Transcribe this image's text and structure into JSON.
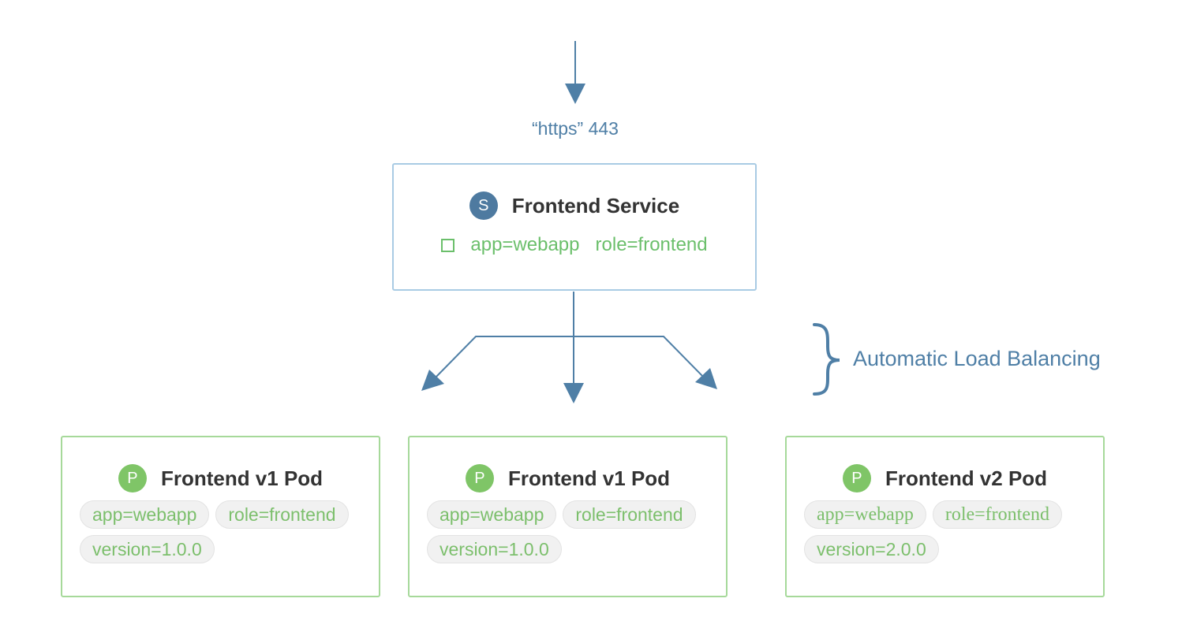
{
  "port_label": "“https” 443",
  "service": {
    "badge": "S",
    "title": "Frontend Service",
    "selectors": [
      "app=webapp",
      "role=frontend"
    ]
  },
  "load_balancing_label": "Automatic Load Balancing",
  "pods": [
    {
      "badge": "P",
      "title": "Frontend v1 Pod",
      "labels": [
        "app=webapp",
        "role=frontend",
        "version=1.0.0"
      ]
    },
    {
      "badge": "P",
      "title": "Frontend v1 Pod",
      "labels": [
        "app=webapp",
        "role=frontend",
        "version=1.0.0"
      ]
    },
    {
      "badge": "P",
      "title": "Frontend v2 Pod",
      "labels": [
        "app=webapp",
        "role=frontend",
        "version=2.0.0"
      ]
    }
  ],
  "colors": {
    "service_accent": "#4e7aa0",
    "pod_accent": "#7fc567",
    "label_green": "#6bbf6b",
    "arrow": "#4f7fa6"
  }
}
